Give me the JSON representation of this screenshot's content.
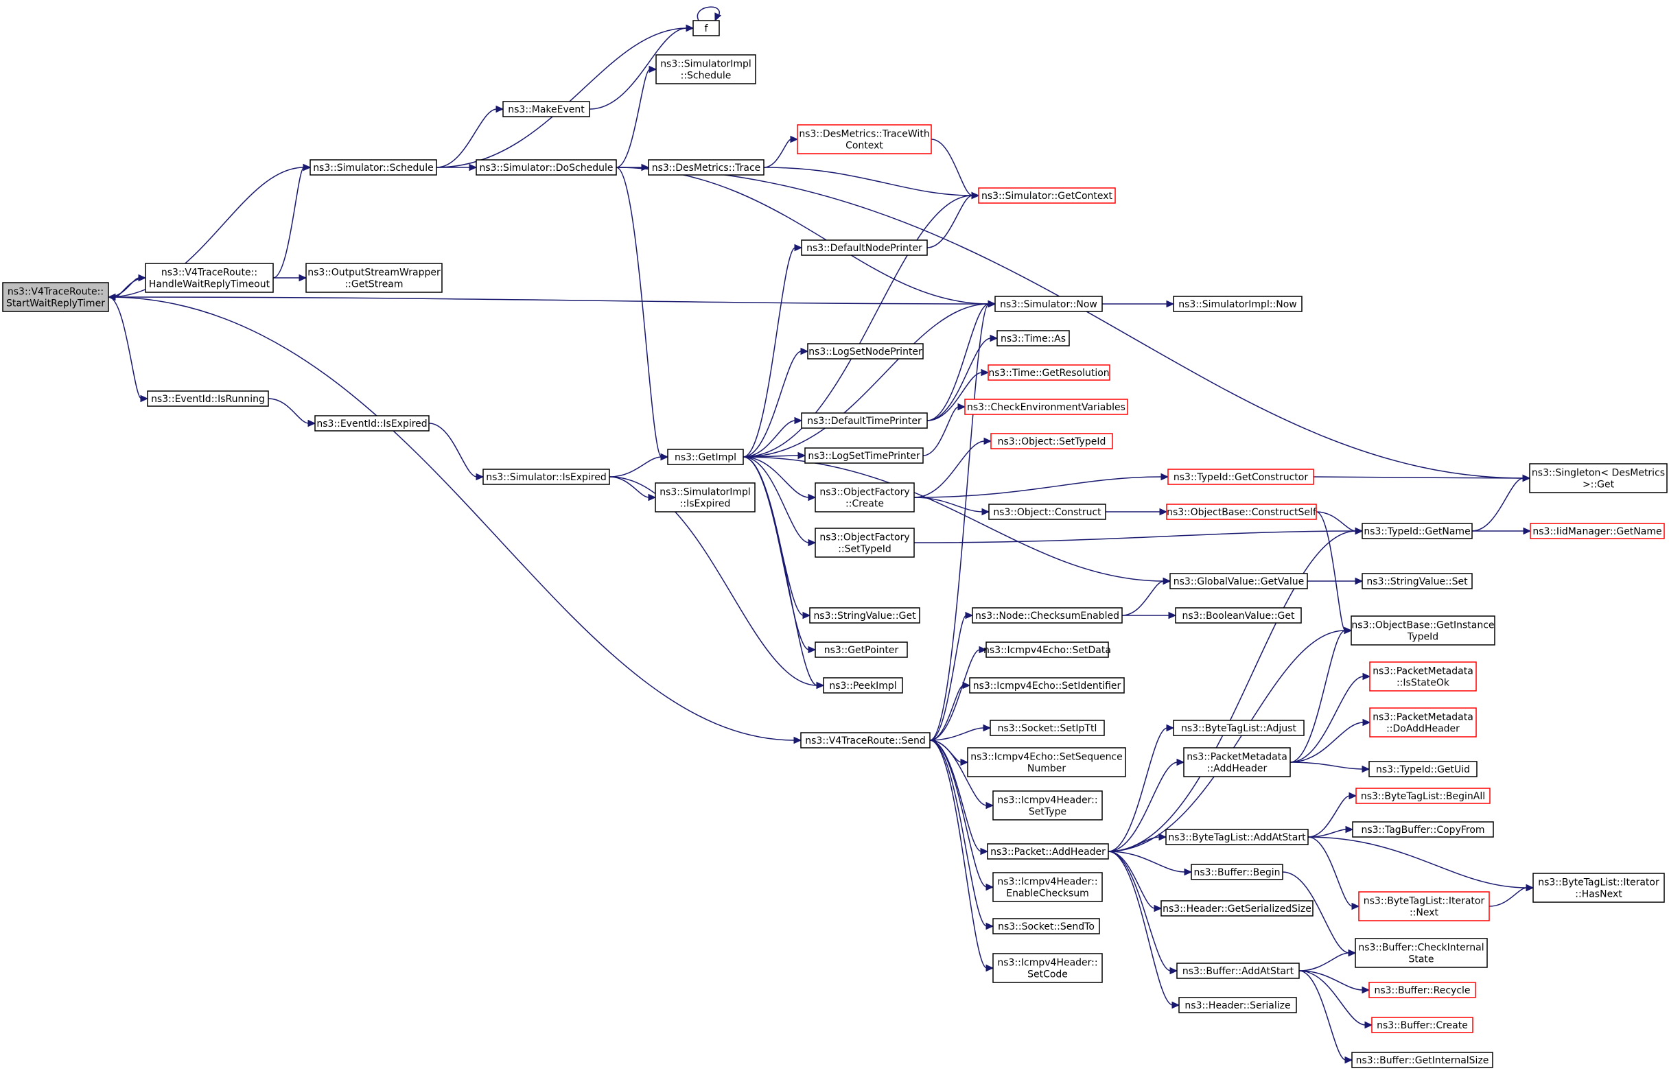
{
  "diagram": {
    "colors": {
      "edge": "#191970",
      "box_default": "#000000",
      "box_red": "#ff0000",
      "root_fill": "#bfbfbf"
    },
    "nodes": {
      "root": {
        "lines": [
          "ns3::V4TraceRoute::",
          "StartWaitReplyTimer"
        ]
      },
      "handleTimeout": {
        "lines": [
          "ns3::V4TraceRoute::",
          "HandleWaitReplyTimeout"
        ]
      },
      "outStream": {
        "lines": [
          "ns3::OutputStreamWrapper",
          "::GetStream"
        ]
      },
      "simSchedule": {
        "lines": [
          "ns3::Simulator::Schedule"
        ]
      },
      "makeEvent": {
        "lines": [
          "ns3::MakeEvent"
        ]
      },
      "f": {
        "lines": [
          "f"
        ]
      },
      "simImplSchedule": {
        "lines": [
          "ns3::SimulatorImpl",
          "::Schedule"
        ]
      },
      "simDoSchedule": {
        "lines": [
          "ns3::Simulator::DoSchedule"
        ]
      },
      "desTrace": {
        "lines": [
          "ns3::DesMetrics::Trace"
        ]
      },
      "desTraceCtx": {
        "lines": [
          "ns3::DesMetrics::TraceWith",
          "Context"
        ]
      },
      "getContext": {
        "lines": [
          "ns3::Simulator::GetContext"
        ]
      },
      "defNodePrinter": {
        "lines": [
          "ns3::DefaultNodePrinter"
        ]
      },
      "simNow": {
        "lines": [
          "ns3::Simulator::Now"
        ]
      },
      "simImplNow": {
        "lines": [
          "ns3::SimulatorImpl::Now"
        ]
      },
      "timeAs": {
        "lines": [
          "ns3::Time::As"
        ]
      },
      "timeRes": {
        "lines": [
          "ns3::Time::GetResolution"
        ]
      },
      "checkEnv": {
        "lines": [
          "ns3::CheckEnvironmentVariables"
        ]
      },
      "logSetNode": {
        "lines": [
          "ns3::LogSetNodePrinter"
        ]
      },
      "defTimePrinter": {
        "lines": [
          "ns3::DefaultTimePrinter"
        ]
      },
      "logSetTime": {
        "lines": [
          "ns3::LogSetTimePrinter"
        ]
      },
      "objSetTypeId": {
        "lines": [
          "ns3::Object::SetTypeId"
        ]
      },
      "typeIdGetCtor": {
        "lines": [
          "ns3::TypeId::GetConstructor"
        ]
      },
      "singleton": {
        "lines": [
          "ns3::Singleton< DesMetrics",
          ">::Get"
        ]
      },
      "eventRunning": {
        "lines": [
          "ns3::EventId::IsRunning"
        ]
      },
      "eventExpired": {
        "lines": [
          "ns3::EventId::IsExpired"
        ]
      },
      "simIsExpired": {
        "lines": [
          "ns3::Simulator::IsExpired"
        ]
      },
      "getImpl": {
        "lines": [
          "ns3::GetImpl"
        ]
      },
      "simImplIsExpired": {
        "lines": [
          "ns3::SimulatorImpl",
          "::IsExpired"
        ]
      },
      "ofCreate": {
        "lines": [
          "ns3::ObjectFactory",
          "::Create"
        ]
      },
      "objConstruct": {
        "lines": [
          "ns3::Object::Construct"
        ]
      },
      "objBaseConstructSelf": {
        "lines": [
          "ns3::ObjectBase::ConstructSelf"
        ]
      },
      "typeIdGetName": {
        "lines": [
          "ns3::TypeId::GetName"
        ]
      },
      "iidGetName": {
        "lines": [
          "ns3::IidManager::GetName"
        ]
      },
      "ofSetTypeId": {
        "lines": [
          "ns3::ObjectFactory",
          "::SetTypeId"
        ]
      },
      "gvGetValue": {
        "lines": [
          "ns3::GlobalValue::GetValue"
        ]
      },
      "svSet": {
        "lines": [
          "ns3::StringValue::Set"
        ]
      },
      "svGet": {
        "lines": [
          "ns3::StringValue::Get"
        ]
      },
      "nodeChecksum": {
        "lines": [
          "ns3::Node::ChecksumEnabled"
        ]
      },
      "bvGet": {
        "lines": [
          "ns3::BooleanValue::Get"
        ]
      },
      "objBaseInstTid": {
        "lines": [
          "ns3::ObjectBase::GetInstance",
          "TypeId"
        ]
      },
      "getPointer": {
        "lines": [
          "ns3::GetPointer"
        ]
      },
      "echoSetData": {
        "lines": [
          "ns3::Icmpv4Echo::SetData"
        ]
      },
      "peekImpl": {
        "lines": [
          "ns3::PeekImpl"
        ]
      },
      "echoSetId": {
        "lines": [
          "ns3::Icmpv4Echo::SetIdentifier"
        ]
      },
      "pmIsStateOk": {
        "lines": [
          "ns3::PacketMetadata",
          "::IsStateOk"
        ]
      },
      "sockSetIpTtl": {
        "lines": [
          "ns3::Socket::SetIpTtl"
        ]
      },
      "btlAdjust": {
        "lines": [
          "ns3::ByteTagList::Adjust"
        ]
      },
      "pmDoAddHeader": {
        "lines": [
          "ns3::PacketMetadata",
          "::DoAddHeader"
        ]
      },
      "send": {
        "lines": [
          "ns3::V4TraceRoute::Send"
        ]
      },
      "echoSetSeq": {
        "lines": [
          "ns3::Icmpv4Echo::SetSequence",
          "Number"
        ]
      },
      "pmAddHeader": {
        "lines": [
          "ns3::PacketMetadata",
          "::AddHeader"
        ]
      },
      "tidGetUid": {
        "lines": [
          "ns3::TypeId::GetUid"
        ]
      },
      "hdrSetType": {
        "lines": [
          "ns3::Icmpv4Header::",
          "SetType"
        ]
      },
      "btlBeginAll": {
        "lines": [
          "ns3::ByteTagList::BeginAll"
        ]
      },
      "btlAddAtStart": {
        "lines": [
          "ns3::ByteTagList::AddAtStart"
        ]
      },
      "tbCopyFrom": {
        "lines": [
          "ns3::TagBuffer::CopyFrom"
        ]
      },
      "pktAddHeader": {
        "lines": [
          "ns3::Packet::AddHeader"
        ]
      },
      "bufBegin": {
        "lines": [
          "ns3::Buffer::Begin"
        ]
      },
      "btlIterHasNext": {
        "lines": [
          "ns3::ByteTagList::Iterator",
          "::HasNext"
        ]
      },
      "hdrEnableChecksum": {
        "lines": [
          "ns3::Icmpv4Header::",
          "EnableChecksum"
        ]
      },
      "btlIterNext": {
        "lines": [
          "ns3::ByteTagList::Iterator",
          "::Next"
        ]
      },
      "hdrGetSerSize": {
        "lines": [
          "ns3::Header::GetSerializedSize"
        ]
      },
      "sockSendTo": {
        "lines": [
          "ns3::Socket::SendTo"
        ]
      },
      "bufCheckInternal": {
        "lines": [
          "ns3::Buffer::CheckInternal",
          "State"
        ]
      },
      "bufAddAtStart": {
        "lines": [
          "ns3::Buffer::AddAtStart"
        ]
      },
      "hdrSetCode": {
        "lines": [
          "ns3::Icmpv4Header::",
          "SetCode"
        ]
      },
      "bufRecycle": {
        "lines": [
          "ns3::Buffer::Recycle"
        ]
      },
      "hdrSerialize": {
        "lines": [
          "ns3::Header::Serialize"
        ]
      },
      "bufCreate": {
        "lines": [
          "ns3::Buffer::Create"
        ]
      },
      "bufGetInternalSize": {
        "lines": [
          "ns3::Buffer::GetInternalSize"
        ]
      }
    }
  }
}
